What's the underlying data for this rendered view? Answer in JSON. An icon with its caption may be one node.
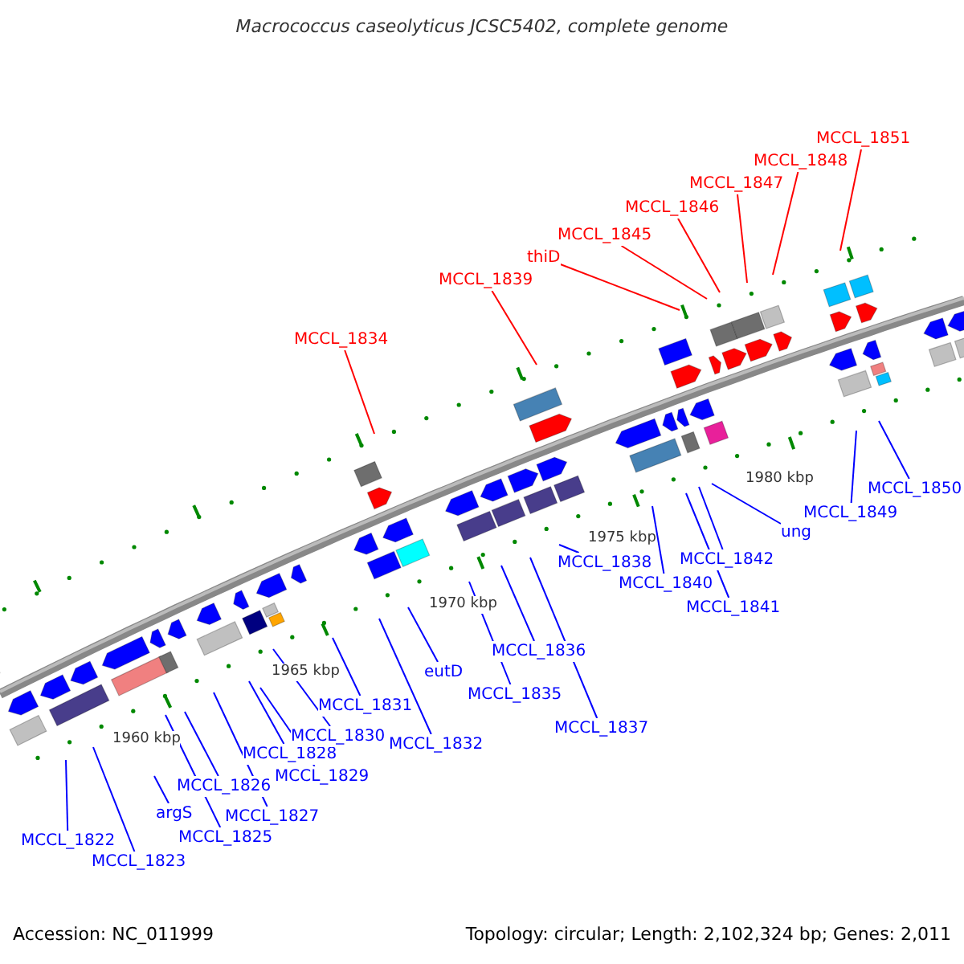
{
  "diagram": {
    "title": "Macrococcus caseolyticus JCSC5402, complete genome",
    "nodes": [
      {
        "text": [
          "MCCL_1822"
        ]
      },
      {
        "text": [
          "MCCL_1823"
        ]
      },
      {
        "text": [
          "argS"
        ]
      },
      {
        "text": [
          "MCCL_1825"
        ]
      },
      {
        "text": [
          "MCCL_1826"
        ]
      },
      {
        "text": [
          "MCCL_1827"
        ]
      },
      {
        "text": [
          "MCCL_1828"
        ]
      },
      {
        "text": [
          "MCCL_1829"
        ]
      },
      {
        "text": [
          "MCCL_1830"
        ]
      },
      {
        "text": [
          "MCCL_1831"
        ]
      },
      {
        "text": [
          "MCCL_1832"
        ]
      },
      {
        "text": [
          "eutD"
        ]
      },
      {
        "text": [
          "MCCL_1834"
        ]
      },
      {
        "text": [
          "MCCL_1835"
        ]
      },
      {
        "text": [
          "MCCL_1836"
        ]
      },
      {
        "text": [
          "MCCL_1837"
        ]
      },
      {
        "text": [
          "MCCL_1838"
        ]
      },
      {
        "text": [
          "MCCL_1839"
        ]
      },
      {
        "text": [
          "MCCL_1840"
        ]
      },
      {
        "text": [
          "MCCL_1841"
        ]
      },
      {
        "text": [
          "MCCL_1842"
        ]
      },
      {
        "text": [
          "ung"
        ]
      },
      {
        "text": [
          "thiD"
        ]
      },
      {
        "text": [
          "MCCL_1845"
        ]
      },
      {
        "text": [
          "MCCL_1846"
        ]
      },
      {
        "text": [
          "MCCL_1847"
        ]
      },
      {
        "text": [
          "MCCL_1848"
        ]
      },
      {
        "text": [
          "MCCL_1849"
        ]
      },
      {
        "text": [
          "MCCL_1850"
        ]
      },
      {
        "text": [
          "MCCL_1851"
        ]
      }
    ],
    "edges": [
      {
        "from": 0,
        "to": null,
        "arrow": "none"
      },
      {
        "from": 1,
        "to": null,
        "arrow": "none"
      },
      {
        "from": 2,
        "to": null,
        "arrow": "none"
      },
      {
        "from": 3,
        "to": null,
        "arrow": "none"
      },
      {
        "from": 4,
        "to": null,
        "arrow": "none"
      },
      {
        "from": 5,
        "to": null,
        "arrow": "none"
      },
      {
        "from": 6,
        "to": null,
        "arrow": "none"
      },
      {
        "from": 7,
        "to": null,
        "arrow": "none"
      },
      {
        "from": 8,
        "to": null,
        "arrow": "none"
      },
      {
        "from": 9,
        "to": null,
        "arrow": "none"
      },
      {
        "from": 10,
        "to": null,
        "arrow": "none"
      },
      {
        "from": 11,
        "to": null,
        "arrow": "none"
      },
      {
        "from": 12,
        "to": null,
        "arrow": "none",
        "color": "#ff0000"
      },
      {
        "from": 13,
        "to": null,
        "arrow": "none"
      },
      {
        "from": 14,
        "to": null,
        "arrow": "none"
      },
      {
        "from": 15,
        "to": null,
        "arrow": "none"
      },
      {
        "from": 16,
        "to": null,
        "arrow": "none"
      },
      {
        "from": 17,
        "to": null,
        "arrow": "none",
        "color": "#ff0000"
      },
      {
        "from": 18,
        "to": null,
        "arrow": "none"
      },
      {
        "from": 19,
        "to": null,
        "arrow": "none"
      },
      {
        "from": 20,
        "to": null,
        "arrow": "none"
      },
      {
        "from": 21,
        "to": null,
        "arrow": "none"
      },
      {
        "from": 22,
        "to": null,
        "arrow": "none",
        "color": "#ff0000"
      },
      {
        "from": 23,
        "to": null,
        "arrow": "none",
        "color": "#ff0000"
      },
      {
        "from": 24,
        "to": null,
        "arrow": "none",
        "color": "#ff0000"
      },
      {
        "from": 25,
        "to": null,
        "arrow": "none",
        "color": "#ff0000"
      },
      {
        "from": 26,
        "to": null,
        "arrow": "none",
        "color": "#ff0000"
      },
      {
        "from": 27,
        "to": null,
        "arrow": "none"
      },
      {
        "from": 28,
        "to": null,
        "arrow": "none"
      },
      {
        "from": 29,
        "to": null,
        "arrow": "none",
        "color": "#ff0000"
      }
    ],
    "labels": [
      "1960 kbp",
      "1965 kbp",
      "1970 kbp",
      "1975 kbp",
      "1980 kbp",
      "Accession: NC_011999",
      "Topology: circular; Length: 2,102,324 bp; Genes: 2,011"
    ]
  }
}
